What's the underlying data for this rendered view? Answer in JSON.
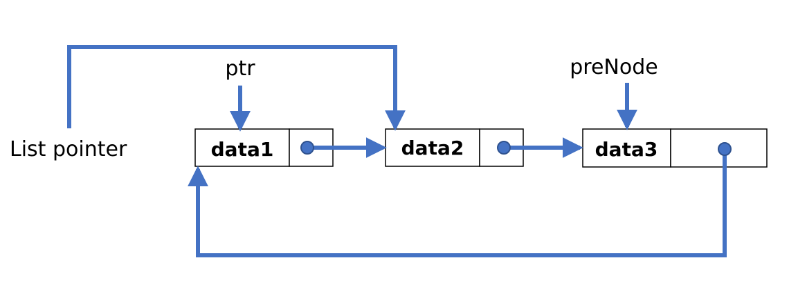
{
  "colors": {
    "arrow": "#4472C4",
    "dot_fill": "#4472C4",
    "dot_stroke": "#2F528F",
    "box_stroke": "#000000",
    "background": "#FFFFFF"
  },
  "labels": {
    "list_pointer": "List pointer",
    "ptr": "ptr",
    "prenode": "preNode"
  },
  "nodes": [
    {
      "data": "data1"
    },
    {
      "data": "data2"
    },
    {
      "data": "data3"
    }
  ]
}
